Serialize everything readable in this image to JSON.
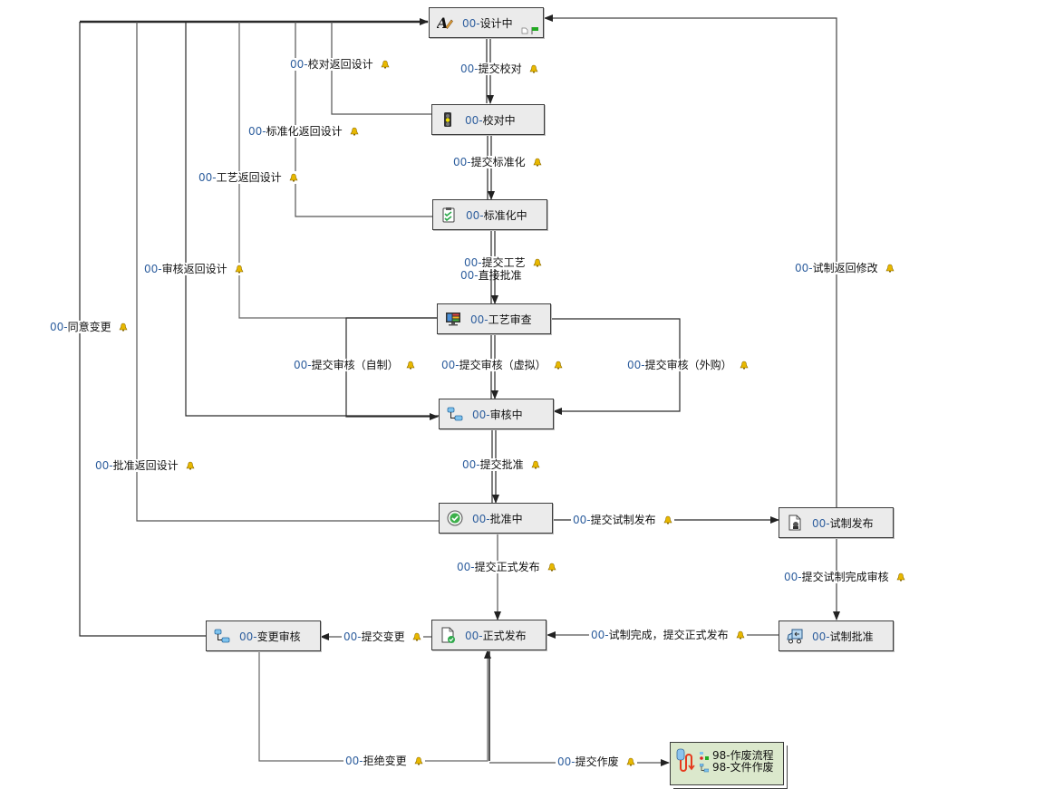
{
  "nodes": {
    "design": {
      "prefix": "00-",
      "label": "设计中",
      "icon": "design-pen-icon"
    },
    "proofread": {
      "prefix": "00-",
      "label": "校对中",
      "icon": "traffic-light-icon"
    },
    "standardize": {
      "prefix": "00-",
      "label": "标准化中",
      "icon": "clipboard-check-icon"
    },
    "process_review": {
      "prefix": "00-",
      "label": "工艺审查",
      "icon": "monitor-icon"
    },
    "audit": {
      "prefix": "00-",
      "label": "审核中",
      "icon": "workflow-icon"
    },
    "approve": {
      "prefix": "00-",
      "label": "批准中",
      "icon": "check-circle-icon"
    },
    "trial_release": {
      "prefix": "00-",
      "label": "试制发布",
      "icon": "document-stamp-icon"
    },
    "formal_release": {
      "prefix": "00-",
      "label": "正式发布",
      "icon": "document-check-icon"
    },
    "trial_approve": {
      "prefix": "00-",
      "label": "试制批准",
      "icon": "truck-icon"
    },
    "change_review": {
      "prefix": "00-",
      "label": "变更审核",
      "icon": "workflow-icon"
    }
  },
  "subprocess": {
    "items": [
      {
        "prefix": "98-",
        "label": "作废流程"
      },
      {
        "prefix": "98-",
        "label": "文件作废"
      }
    ],
    "icon": "subprocess-icon"
  },
  "edges": {
    "submit_proofread": {
      "prefix": "00-",
      "label": "提交校对"
    },
    "proofread_back": {
      "prefix": "00-",
      "label": "校对返回设计"
    },
    "standardize_back": {
      "prefix": "00-",
      "label": "标准化返回设计"
    },
    "submit_standardize": {
      "prefix": "00-",
      "label": "提交标准化"
    },
    "process_back": {
      "prefix": "00-",
      "label": "工艺返回设计"
    },
    "submit_process": {
      "prefix": "00-",
      "label": "提交工艺"
    },
    "direct_approve": {
      "prefix": "00-",
      "label": "直接批准"
    },
    "audit_back": {
      "prefix": "00-",
      "label": "审核返回设计"
    },
    "agree_change": {
      "prefix": "00-",
      "label": "同意变更"
    },
    "submit_audit_self": {
      "prefix": "00-",
      "label": "提交审核（自制）"
    },
    "submit_audit_virtual": {
      "prefix": "00-",
      "label": "提交审核（虚拟）"
    },
    "submit_audit_outsource": {
      "prefix": "00-",
      "label": "提交审核（外购）"
    },
    "trial_back": {
      "prefix": "00-",
      "label": "试制返回修改"
    },
    "approve_back": {
      "prefix": "00-",
      "label": "批准返回设计"
    },
    "submit_approve": {
      "prefix": "00-",
      "label": "提交批准"
    },
    "submit_trial_release": {
      "prefix": "00-",
      "label": "提交试制发布"
    },
    "submit_formal_release": {
      "prefix": "00-",
      "label": "提交正式发布"
    },
    "submit_trial_done": {
      "prefix": "00-",
      "label": "提交试制完成审核"
    },
    "submit_change": {
      "prefix": "00-",
      "label": "提交变更"
    },
    "trial_done_formal": {
      "prefix": "00-",
      "label": "试制完成，提交正式发布"
    },
    "reject_change": {
      "prefix": "00-",
      "label": "拒绝变更"
    },
    "submit_void": {
      "prefix": "00-",
      "label": "提交作废"
    }
  },
  "colors": {
    "node_fill": "#ebebeb",
    "node_border": "#3c3c3c",
    "prefix_blue": "#2f5f9e",
    "bell_gold": "#e0b100",
    "subprocess_fill": "#dbe8cc",
    "line_dark": "#1e1e1e",
    "line_gray": "#6e6e6e"
  }
}
